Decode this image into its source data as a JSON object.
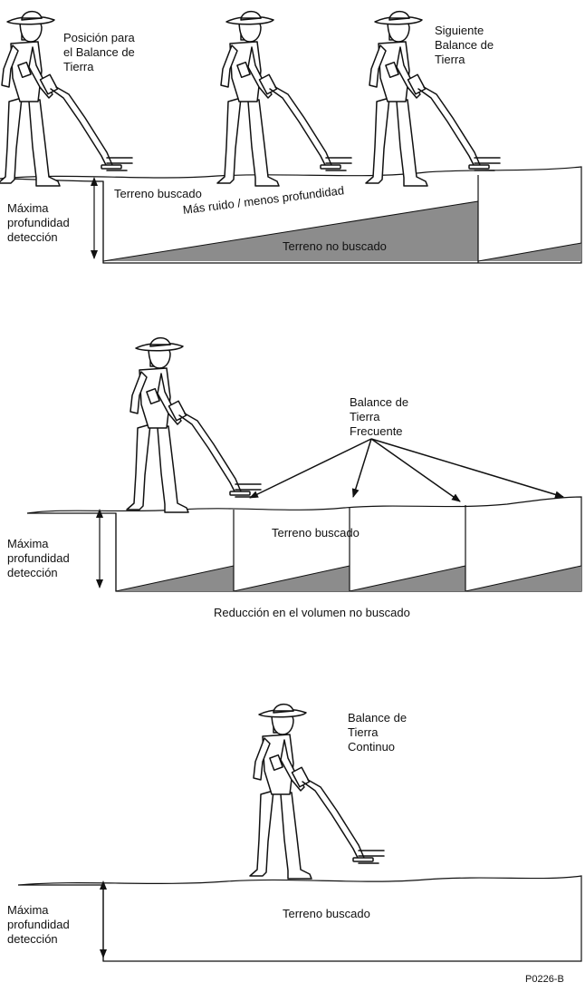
{
  "colors": {
    "ink": "#111111",
    "shade": "#8c8c8c",
    "paper": "#ffffff"
  },
  "icons": [
    "person-with-detector-icon",
    "double-headed-arrow-icon",
    "pointer-arrow-icon"
  ],
  "panel1": {
    "position_label": "Posición para\nel Balance de\nTierra",
    "next_label": "Siguiente\nBalance de\nTierra",
    "depth_label": "Máxima\nprofundidad\ndetección",
    "searched_label": "Terreno buscado",
    "noise_label": "Más ruido / menos profundidad",
    "unsearched_label": "Terreno no buscado"
  },
  "panel2": {
    "frequent_label": "Balance de\nTierra\nFrecuente",
    "depth_label": "Máxima\nprofundidad\ndetección",
    "searched_label": "Terreno buscado",
    "caption": "Reducción en el volumen no buscado"
  },
  "panel3": {
    "continuous_label": "Balance de\nTierra\nContinuo",
    "depth_label": "Máxima\nprofundidad\ndetección",
    "searched_label": "Terreno buscado"
  },
  "figure_code": "P0226-B"
}
